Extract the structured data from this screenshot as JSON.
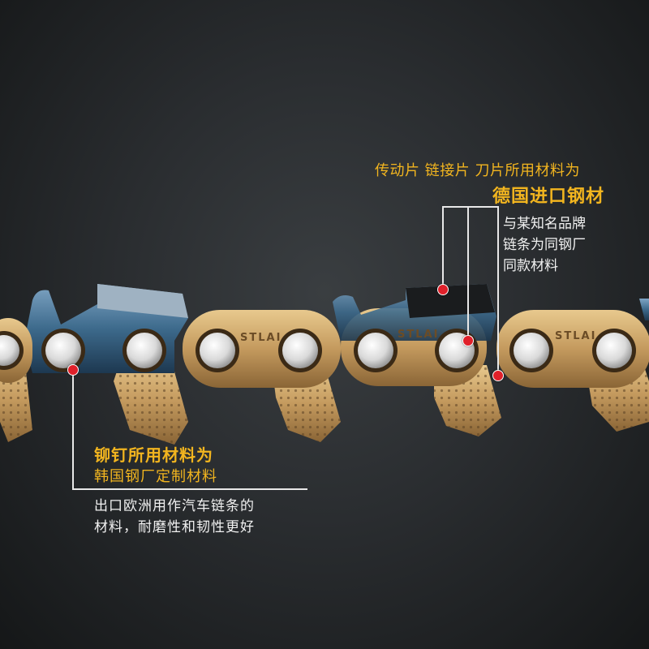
{
  "annotations": {
    "plates_line1": "传动片  链接片  刀片所用材料为",
    "plates_line2": "德国进口钢材",
    "brand_compare": [
      "与某知名品牌",
      "链条为同钢厂",
      "同款材料"
    ],
    "rivet_line1": "铆钉所用材料为",
    "rivet_line2": "韩国钢厂定制材料",
    "rivet_desc": [
      "出口欧洲用作汽车链条的",
      "材料，耐磨性和韧性更好"
    ]
  },
  "chain": {
    "stamp_text": "STLAI",
    "link_color": "#c49a5e",
    "cutter_color": "#3d6a8c",
    "marker_color": "#e0202a",
    "text_accent": "#f2b51f"
  }
}
